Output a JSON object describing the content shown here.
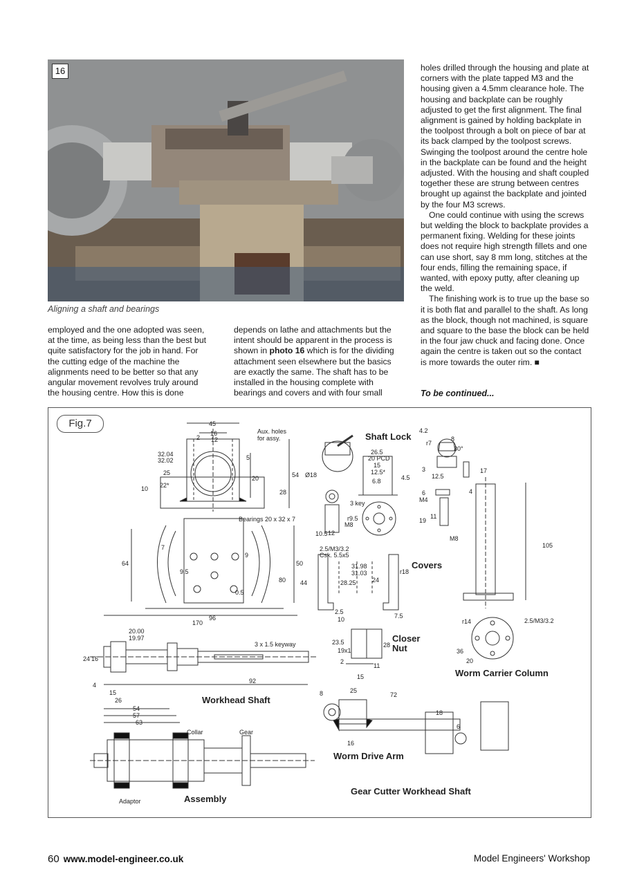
{
  "photo": {
    "number": "16",
    "caption": "Aligning a shaft and bearings"
  },
  "article": {
    "col1": "employed and the one adopted was seen, at the time, as being less than the best but quite satisfactory for the job in hand. For the cutting edge of the machine the alignments need to be better so that any angular movement revolves truly around the housing centre. How this is done",
    "col2_pre": "depends on lathe and attachments but the intent should be apparent in the process is shown in ",
    "col2_ref": "photo 16",
    "col2_post": " which is for the dividing attachment seen elsewhere but the basics are exactly the same. The shaft has to be installed in the housing complete with bearings and covers and with four small",
    "col3_p1": "holes drilled through the housing and plate at corners with the plate tapped M3 and the housing given a 4.5mm clearance hole. The housing and backplate can be roughly adjusted to get the first alignment. The final alignment is gained by holding backplate in the toolpost through a bolt on piece of bar at its back clamped by the toolpost screws. Swinging the toolpost around the centre hole in the backplate can be found and the height adjusted. With the housing and shaft coupled together these are strung between centres brought up against the backplate and jointed by the four M3 screws.",
    "col3_p2": "One could continue with using the screws but welding the block to backplate provides a permanent fixing. Welding for these joints does not require high strength fillets and one can use short, say 8 mm long, stitches at the four ends, filling the remaining space, if wanted, with epoxy putty, after cleaning up the weld.",
    "col3_p3": "The finishing work is to true up the base so it is both flat and parallel to the shaft. As long as the block, though not machined, is square and square to the base the block can be held in the four jaw chuck and facing done. Once again the centre is taken out so the contact is more towards the outer rim. ■",
    "continued": "To be continued..."
  },
  "figure": {
    "tag": "Fig.7",
    "labels": {
      "shaft_lock": "Shaft Lock",
      "covers": "Covers",
      "closer_nut": "Closer",
      "closer_nut2": "Nut",
      "worm_carrier": "Worm Carrier Column",
      "workhead_shaft": "Workhead Shaft",
      "worm_drive_arm": "Worm Drive Arm",
      "assembly": "Assembly",
      "gear_cutter": "Gear Cutter Workhead Shaft"
    },
    "notes": {
      "aux_holes": "Aux. holes",
      "for_assy": "for assy.",
      "bearings": "Bearings 20 x 32 x 7",
      "keyway": "3 x 1.5 keyway",
      "tap": "2.5/M3/3.2",
      "csk": "Csk. 5.5x5",
      "pcd": "20 PCD",
      "key3": "3 key",
      "collar": "Collar",
      "gear": "Gear",
      "adaptor": "Adaptor",
      "tap2": "2.5/M3/3.2"
    },
    "dims": {
      "d45": "45",
      "d16": "16",
      "d12": "12",
      "d2": "2",
      "d5": "5",
      "d3204": "32.04",
      "d3202": "32.02",
      "d25": "25",
      "d22": "22*",
      "d10": "10",
      "d20": "20",
      "d28": "28",
      "d54": "54",
      "d64": "64",
      "d95": "9.5",
      "d9": "9",
      "d7": "7",
      "d50": "50",
      "d80": "80",
      "d05": "0.5",
      "d96": "96",
      "d170": "170",
      "d265": "26.5",
      "d15": "15",
      "d125": "12.5*",
      "d68": "6.8",
      "d45b": "4.5",
      "d18": "Ø18",
      "r95": "r9.5",
      "m8": "M8",
      "d105": "10.5",
      "d12b": "12",
      "d42": "4.2",
      "r7": "r7",
      "d8": "8",
      "d30": "30°",
      "d3": "3",
      "d125b": "12.5",
      "d17": "17",
      "d6": "6",
      "m4": "M4",
      "d4": "4",
      "d19": "19",
      "d11": "11",
      "m8b": "M8",
      "d105b": "105",
      "r18": "r18",
      "d44": "44",
      "d2825": "28.25",
      "d3198": "31.98",
      "d3103": "31.03",
      "d24": "24",
      "d25b": "2.5",
      "d10b": "10",
      "d75": "7.5",
      "d235": "23.5",
      "d19x1": "19x1",
      "d28b": "28",
      "d11b": "11",
      "d15b": "15",
      "d2b": "2",
      "r14": "r14",
      "d36": "36",
      "d20b": "20",
      "d2000": "20.00",
      "d1997": "19.97",
      "d92": "92",
      "d63": "63",
      "d57": "57",
      "d54b": "54",
      "d26": "26",
      "d15c": "15",
      "d4b": "4",
      "d16b": "16",
      "d24b": "24",
      "d72": "72",
      "d25c": "25",
      "d8b": "8",
      "d18b": "18",
      "d6b": "6",
      "d16c": "16"
    }
  },
  "footer": {
    "page": "60",
    "url": "www.model-engineer.co.uk",
    "magazine": "Model Engineers' Workshop"
  }
}
